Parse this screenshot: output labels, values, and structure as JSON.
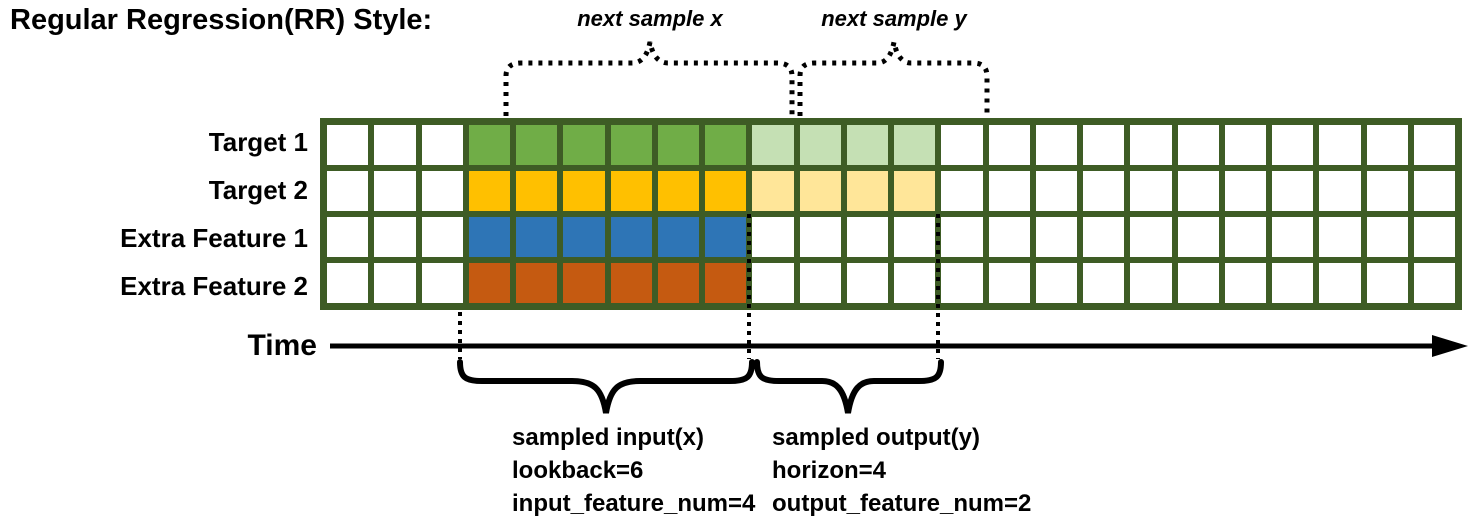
{
  "title": "Regular Regression(RR) Style:",
  "annotations": {
    "next_sample_x": "next sample x",
    "next_sample_y": "next sample y"
  },
  "time_axis": {
    "label": "Time"
  },
  "grid": {
    "columns": 24,
    "input_start_col": 3,
    "lookback": 6,
    "horizon": 4,
    "border_color": "#3E5C25",
    "cell_bg": "#FFFFFF",
    "rows": [
      {
        "label": "Target 1",
        "input_fill": "#70AD47",
        "output_fill": "#C5E0B4",
        "has_output": true
      },
      {
        "label": "Target 2",
        "input_fill": "#FFC000",
        "output_fill": "#FFE699",
        "has_output": true
      },
      {
        "label": "Extra Feature 1",
        "input_fill": "#2E75B6",
        "output_fill": null,
        "has_output": false
      },
      {
        "label": "Extra Feature 2",
        "input_fill": "#C55A11",
        "output_fill": null,
        "has_output": false
      }
    ]
  },
  "notes": {
    "input": {
      "line1": "sampled input(x)",
      "line2": "lookback=6",
      "line3": "input_feature_num=4"
    },
    "output": {
      "line1": "sampled output(y)",
      "line2": "horizon=4",
      "line3": "output_feature_num=2"
    }
  }
}
